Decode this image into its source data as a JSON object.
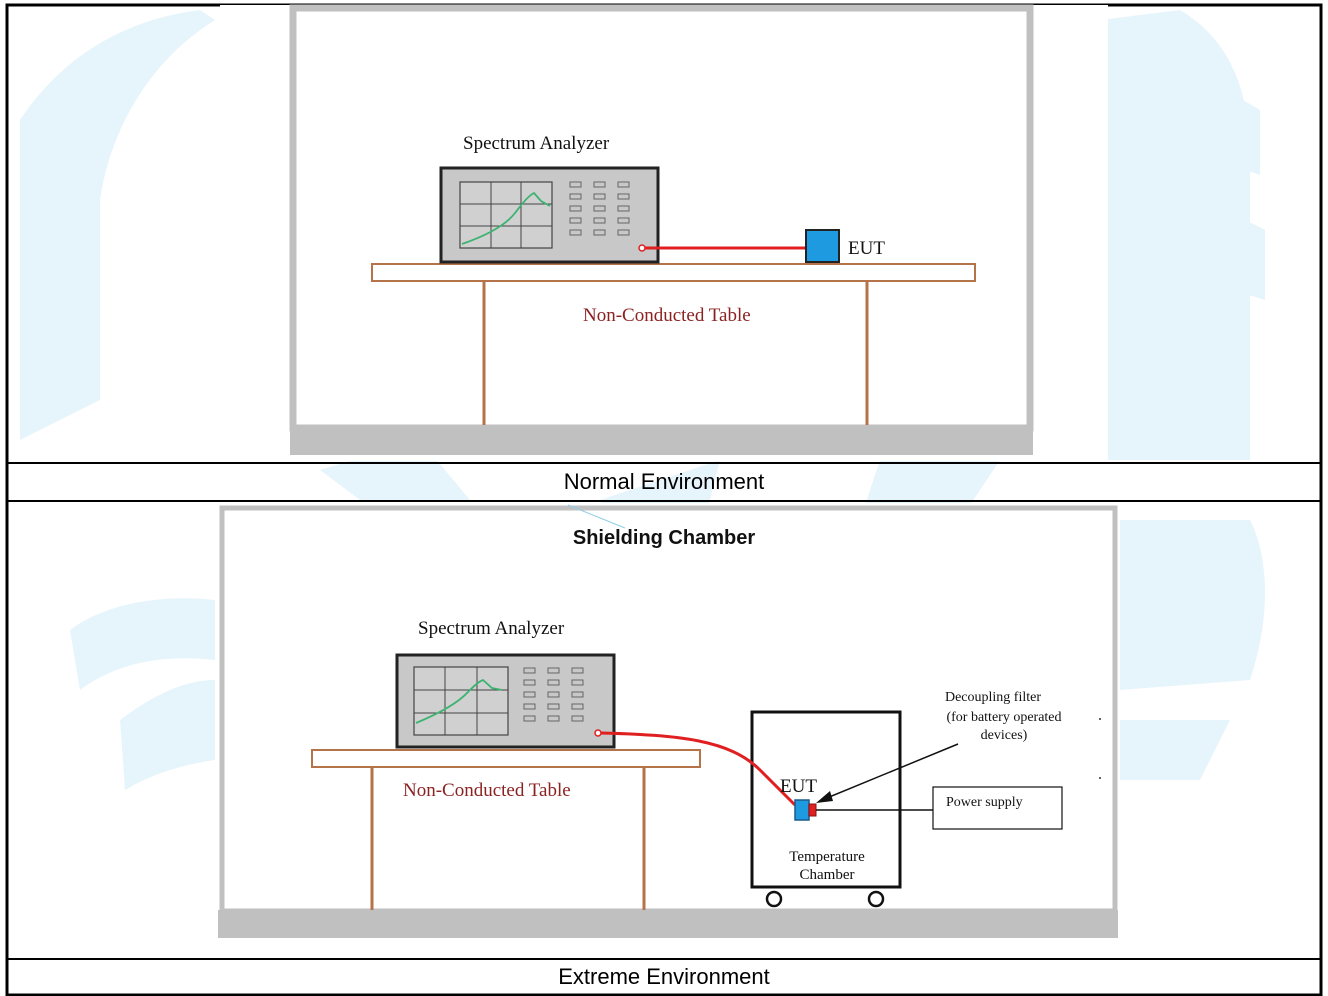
{
  "diagrams": {
    "normal": {
      "analyzer_label": "Spectrum Analyzer",
      "eut_label": "EUT",
      "table_label": "Non-Conducted Table"
    },
    "extreme": {
      "chamber_title": "Shielding Chamber",
      "analyzer_label": "Spectrum Analyzer",
      "eut_label": "EUT",
      "table_label": "Non-Conducted Table",
      "filter_label_line1": "Decoupling filter",
      "filter_label_line2": "(for battery operated",
      "filter_label_line3": "devices)",
      "power_supply_label": "Power supply",
      "temp_chamber_line1": "Temperature",
      "temp_chamber_line2": "Chamber"
    }
  },
  "captions": {
    "normal": "Normal Environment",
    "extreme": "Extreme Environment"
  },
  "colors": {
    "watermark": "#e6f5fc",
    "cable": "#e02020",
    "table": "#b5734a",
    "table_label": "#8b2222",
    "eut_blue": "#1e9be0",
    "filter_red": "#e02020",
    "screen_trace": "#3cb371",
    "chamber_floor": "#c0c0c0"
  }
}
